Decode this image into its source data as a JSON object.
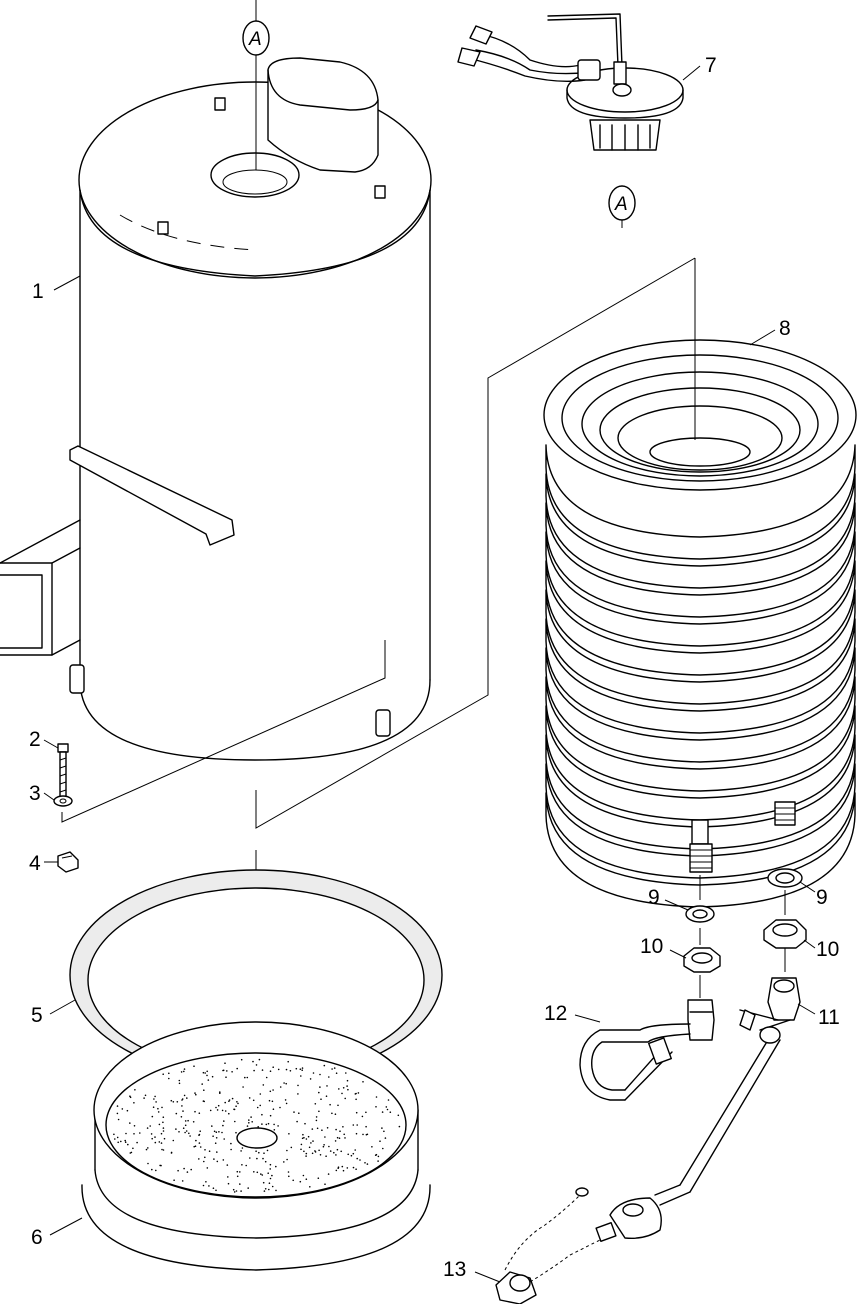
{
  "diagram": {
    "view_marker": "A",
    "parts": [
      {
        "id": "part-1",
        "label": "1"
      },
      {
        "id": "part-2",
        "label": "2"
      },
      {
        "id": "part-3",
        "label": "3"
      },
      {
        "id": "part-4",
        "label": "4"
      },
      {
        "id": "part-5",
        "label": "5"
      },
      {
        "id": "part-6",
        "label": "6"
      },
      {
        "id": "part-7",
        "label": "7"
      },
      {
        "id": "part-8",
        "label": "8"
      },
      {
        "id": "part-9a",
        "label": "9"
      },
      {
        "id": "part-9b",
        "label": "9"
      },
      {
        "id": "part-10a",
        "label": "10"
      },
      {
        "id": "part-10b",
        "label": "10"
      },
      {
        "id": "part-11",
        "label": "11"
      },
      {
        "id": "part-12",
        "label": "12"
      },
      {
        "id": "part-13",
        "label": "13"
      }
    ]
  }
}
